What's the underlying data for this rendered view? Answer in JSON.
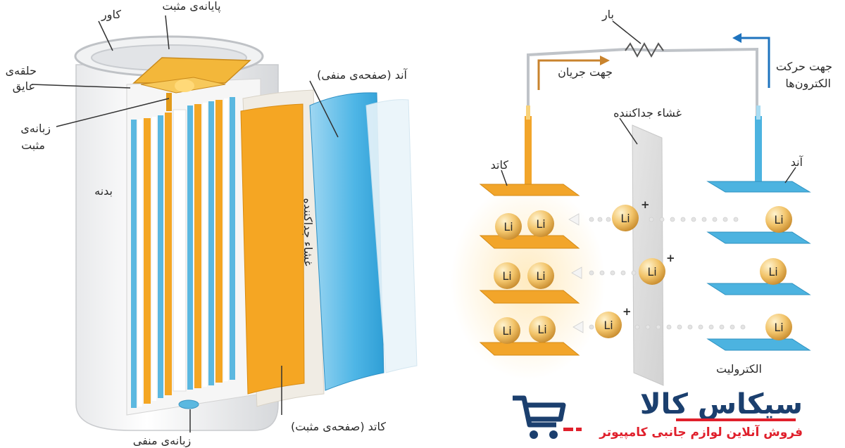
{
  "battery": {
    "labels": {
      "cover": "کاور",
      "positive_terminal": "پایانه‌ی مثبت",
      "insulating_ring_line1": "حلقه‌ی",
      "insulating_ring_line2": "عایق",
      "positive_tab_line1": "زبانه‌ی",
      "positive_tab_line2": "مثبت",
      "body": "بدنه",
      "separator": "غشاء جداکننده",
      "anode": "آند (صفحه‌ی منفی)",
      "cathode": "کاتد (صفحه‌ی مثبت)",
      "negative_tab": "زبانه‌ی منفی"
    }
  },
  "cell": {
    "labels": {
      "load": "بار",
      "current_direction": "جهت جریان",
      "electron_direction_line1": "جهت حرکت",
      "electron_direction_line2": "الکترون‌ها",
      "separator": "غشاء جداکننده",
      "cathode": "کاتد",
      "anode": "آند",
      "electrolyte": "الکترولیت"
    },
    "ion_symbol": "Li",
    "ion_charge": "+",
    "colors": {
      "cathode": "#f2a52a",
      "anode": "#4cb3e0",
      "current_arrow": "#c9832d",
      "electron_arrow": "#1e73be"
    }
  },
  "logo": {
    "brand": "سیکاس کالا",
    "tagline": "فروش آنلاین لوازم جانبی کامپیوتر",
    "colors": {
      "navy": "#1b3f6e",
      "red": "#e0202c"
    }
  }
}
